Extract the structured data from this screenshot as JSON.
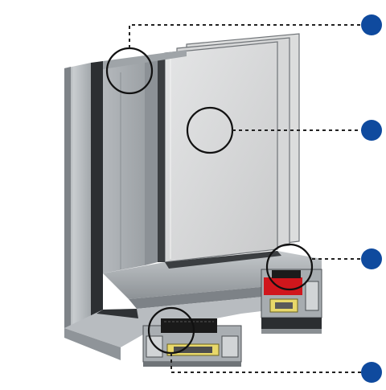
{
  "diagram": {
    "subject": "window-profile-cross-section",
    "colors": {
      "callout_dot": "#0f4a9e",
      "frame_light": "#b9bdc1",
      "frame_mid": "#9aa0a5",
      "frame_dark": "#44484c",
      "glass": "#d4d5d6",
      "gasket": "#1a1a1a",
      "insulation": "#e8d86a",
      "seal_red": "#d0161c",
      "leader": "#222222"
    },
    "callouts": [
      {
        "id": "callout-1",
        "icon": "marker-dot"
      },
      {
        "id": "callout-2",
        "icon": "marker-dot"
      },
      {
        "id": "callout-3",
        "icon": "marker-dot"
      },
      {
        "id": "callout-4",
        "icon": "marker-dot"
      }
    ]
  }
}
